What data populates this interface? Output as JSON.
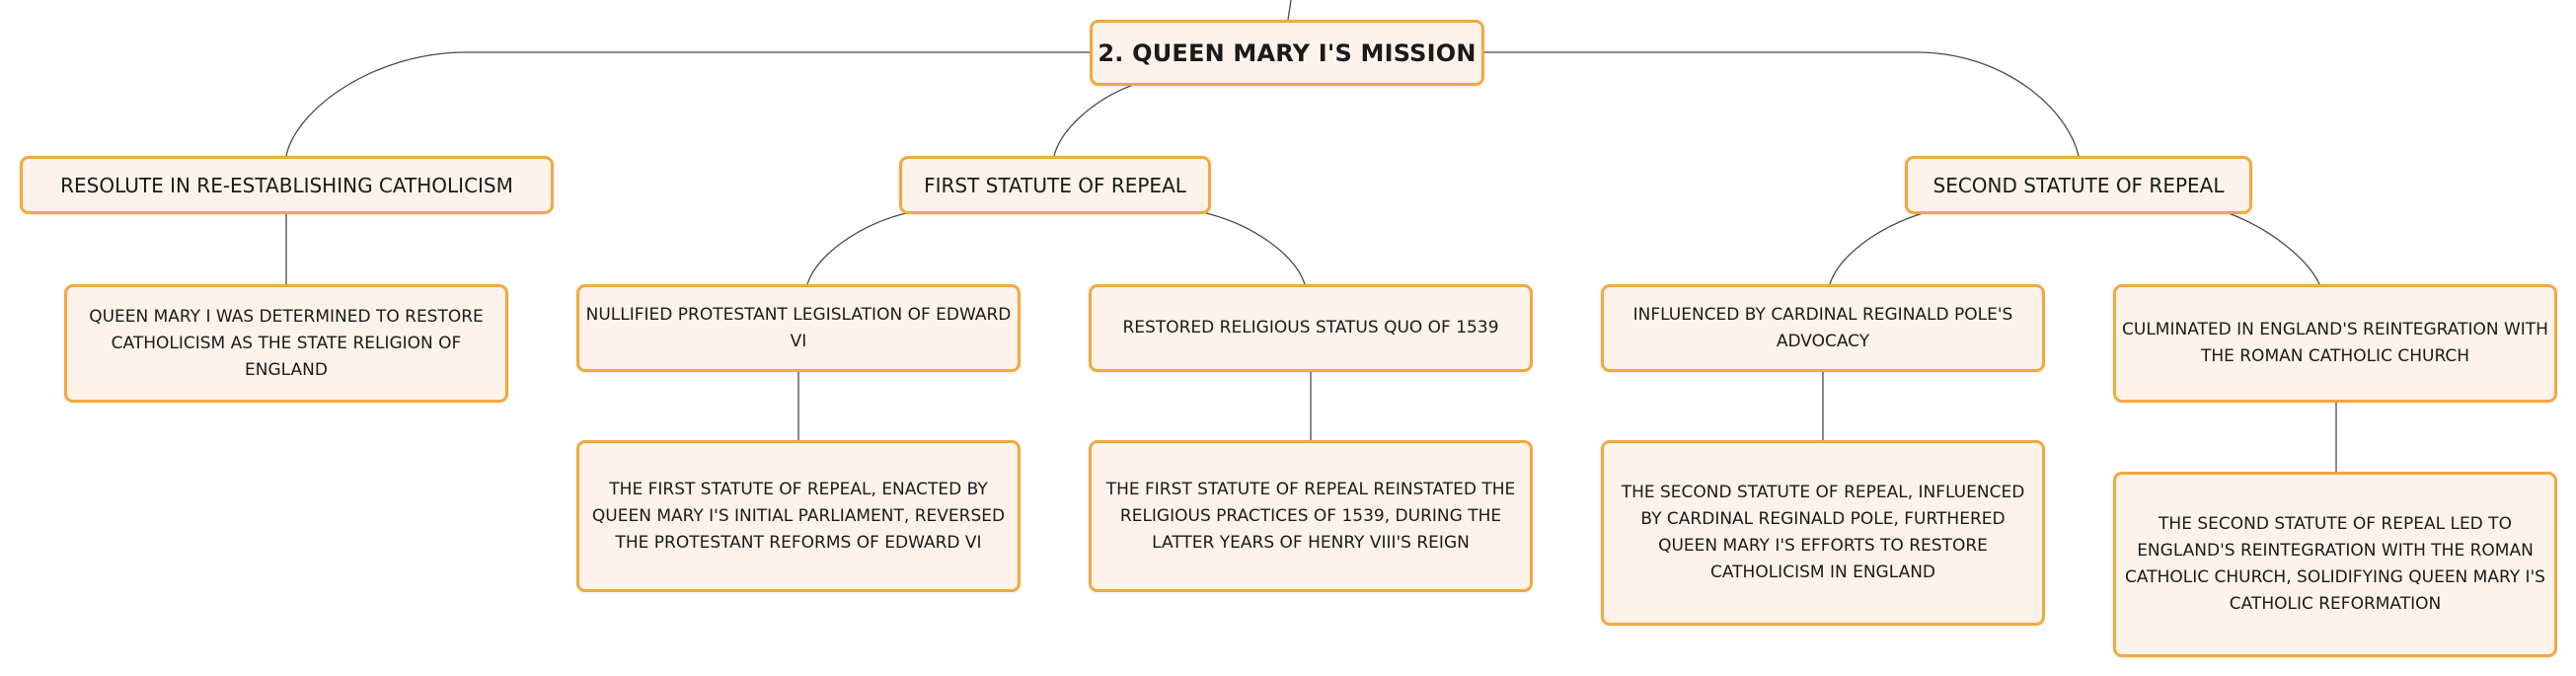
{
  "colors": {
    "node_fill": "#fdf3ea",
    "node_border": "#f2a93f",
    "connector": "#4a4a4a",
    "text": "#1a1a1a"
  },
  "root": {
    "label": "2. QUEEN MARY I'S MISSION"
  },
  "branches": [
    {
      "label": "RESOLUTE IN RE-ESTABLISHING CATHOLICISM",
      "children": [
        {
          "label": "QUEEN MARY I WAS DETERMINED TO RESTORE CATHOLICISM AS THE STATE RELIGION OF ENGLAND",
          "detail": ""
        }
      ]
    },
    {
      "label": "FIRST STATUTE OF REPEAL",
      "children": [
        {
          "label": "NULLIFIED PROTESTANT LEGISLATION OF EDWARD VI",
          "detail": "THE FIRST STATUTE OF REPEAL, ENACTED BY QUEEN MARY I'S INITIAL PARLIAMENT, REVERSED THE PROTESTANT REFORMS OF EDWARD VI"
        },
        {
          "label": "RESTORED RELIGIOUS STATUS QUO OF 1539",
          "detail": "THE FIRST STATUTE OF REPEAL REINSTATED THE RELIGIOUS PRACTICES OF 1539, DURING THE LATTER YEARS OF HENRY VIII'S REIGN"
        }
      ]
    },
    {
      "label": "SECOND STATUTE OF REPEAL",
      "children": [
        {
          "label": "INFLUENCED BY CARDINAL REGINALD POLE'S ADVOCACY",
          "detail": "THE SECOND STATUTE OF REPEAL, INFLUENCED BY CARDINAL REGINALD POLE, FURTHERED QUEEN MARY I'S EFFORTS TO RESTORE CATHOLICISM IN ENGLAND"
        },
        {
          "label": "CULMINATED IN ENGLAND'S REINTEGRATION WITH THE ROMAN CATHOLIC CHURCH",
          "detail": "THE SECOND STATUTE OF REPEAL LED TO ENGLAND'S REINTEGRATION WITH THE ROMAN CATHOLIC CHURCH, SOLIDIFYING QUEEN MARY I'S CATHOLIC REFORMATION"
        }
      ]
    }
  ]
}
